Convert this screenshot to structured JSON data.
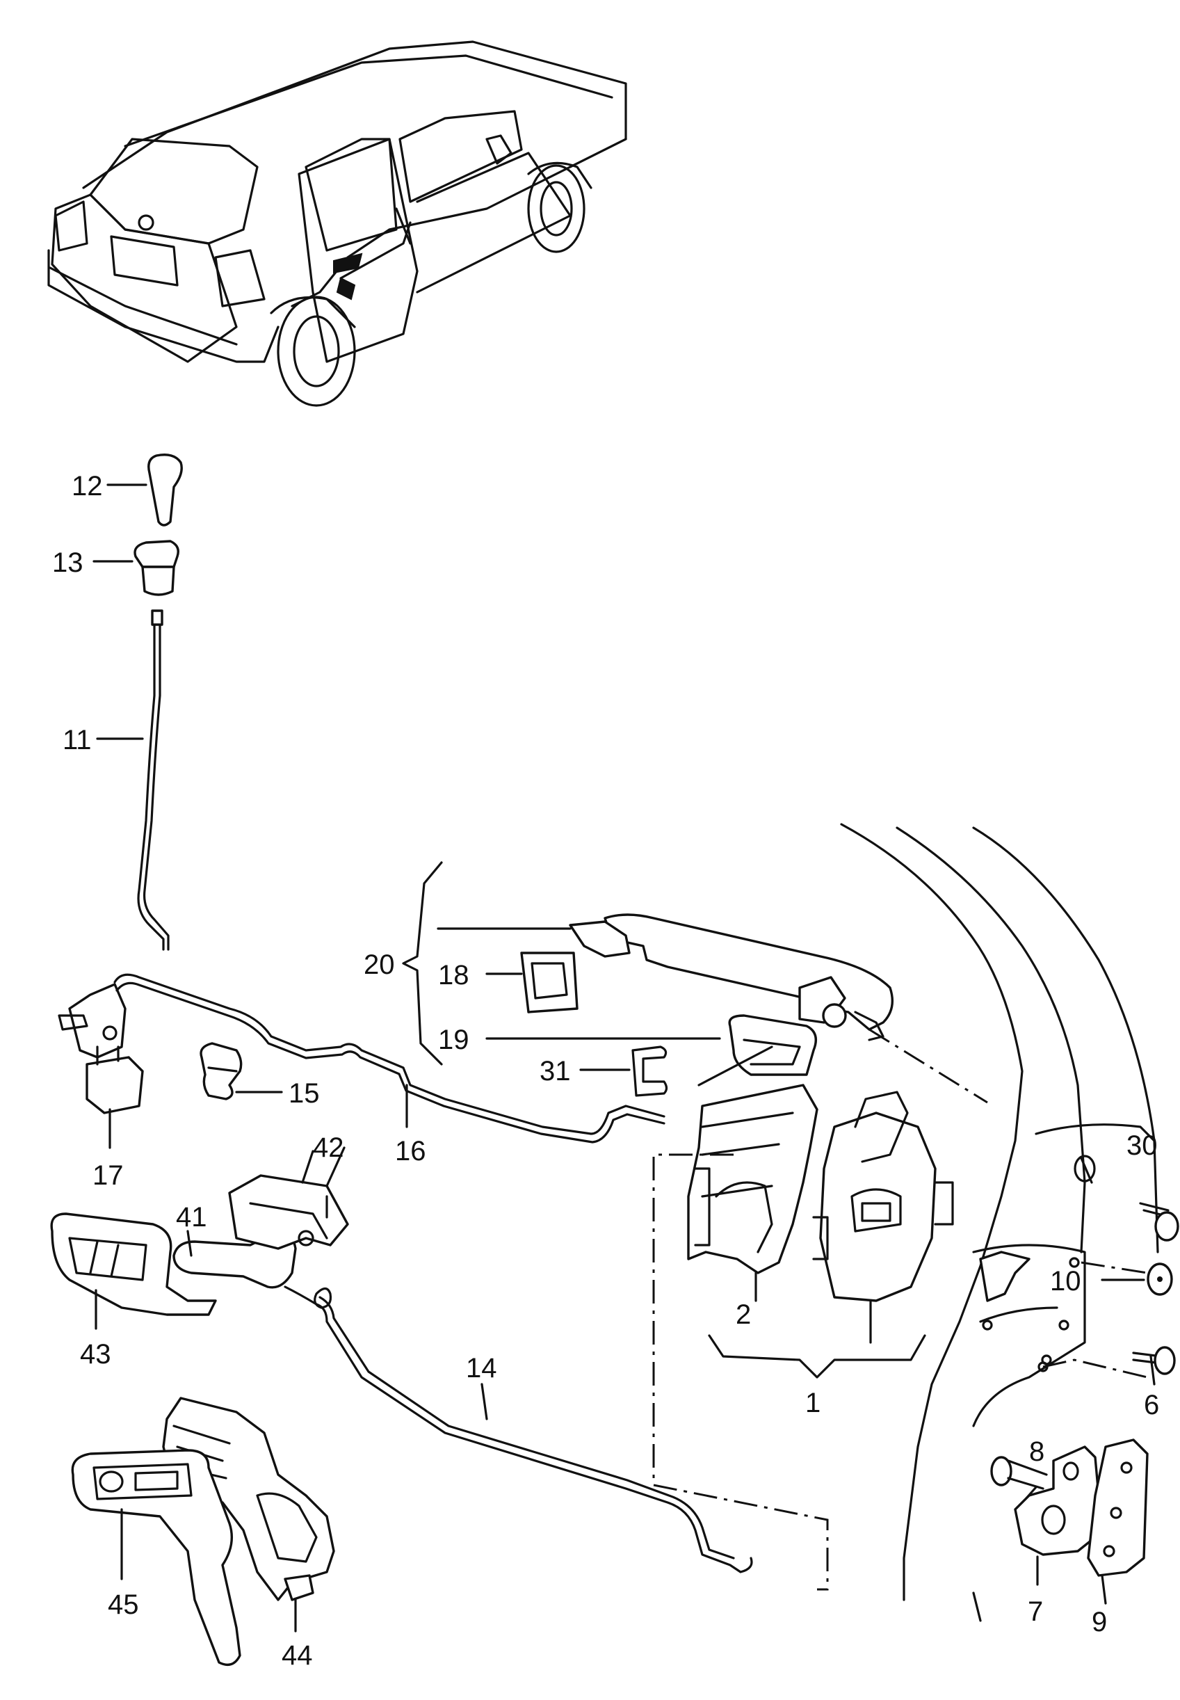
{
  "callouts": [
    {
      "id": "c1",
      "text": "1"
    },
    {
      "id": "c2",
      "text": "2"
    },
    {
      "id": "c6",
      "text": "6"
    },
    {
      "id": "c7",
      "text": "7"
    },
    {
      "id": "c8",
      "text": "8"
    },
    {
      "id": "c9",
      "text": "9"
    },
    {
      "id": "c10",
      "text": "10"
    },
    {
      "id": "c11",
      "text": "11"
    },
    {
      "id": "c12",
      "text": "12"
    },
    {
      "id": "c13",
      "text": "13"
    },
    {
      "id": "c14",
      "text": "14"
    },
    {
      "id": "c15",
      "text": "15"
    },
    {
      "id": "c16",
      "text": "16"
    },
    {
      "id": "c17",
      "text": "17"
    },
    {
      "id": "c18",
      "text": "18"
    },
    {
      "id": "c19",
      "text": "19"
    },
    {
      "id": "c20",
      "text": "20"
    },
    {
      "id": "c30",
      "text": "30"
    },
    {
      "id": "c31",
      "text": "31"
    },
    {
      "id": "c41",
      "text": "41"
    },
    {
      "id": "c42",
      "text": "42"
    },
    {
      "id": "c43",
      "text": "43"
    },
    {
      "id": "c44",
      "text": "44"
    },
    {
      "id": "c45",
      "text": "45"
    }
  ]
}
